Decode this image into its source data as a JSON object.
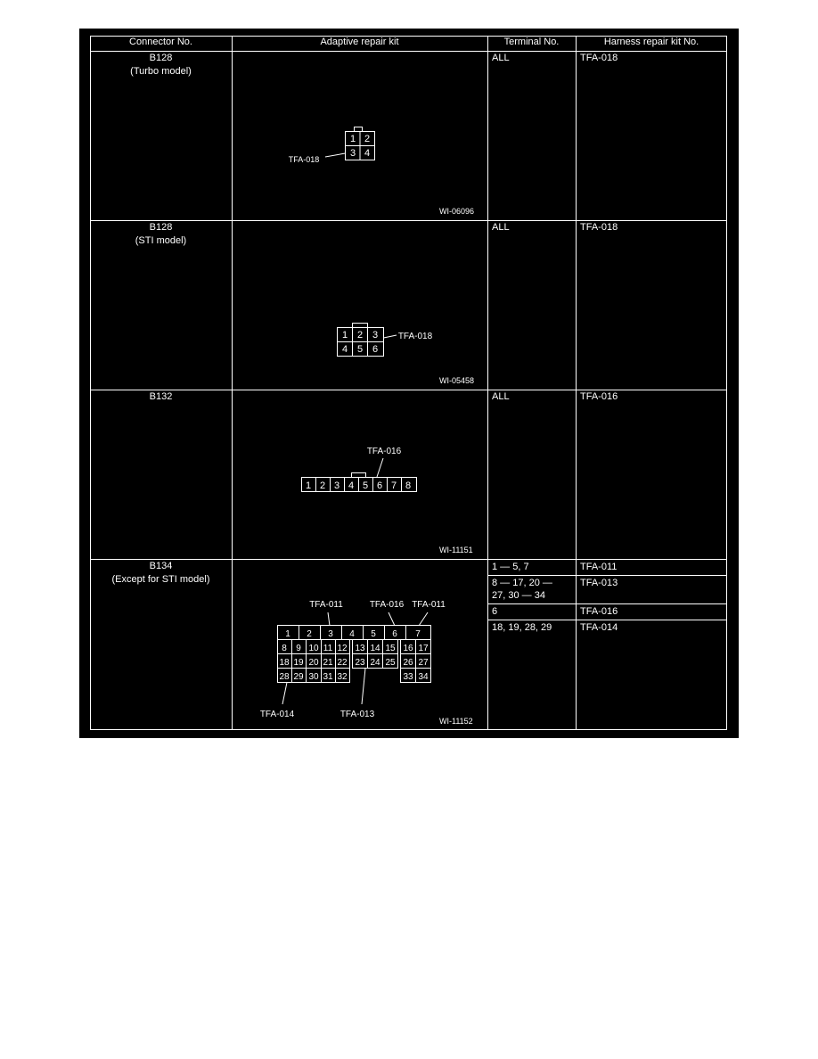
{
  "headers": {
    "connector": "Connector No.",
    "kit": "Adaptive repair kit",
    "terminal": "Terminal No.",
    "harness": "Harness repair kit No."
  },
  "rows": [
    {
      "connector": "B128",
      "connector_sub": "(Turbo model)",
      "diagram_code": "WI-06096",
      "terminals": [
        {
          "terminal": "ALL",
          "kit": "TFA-018"
        }
      ],
      "diagram": {
        "cells": [
          "1",
          "2",
          "3",
          "4"
        ],
        "label": "TFA-018"
      }
    },
    {
      "connector": "B128",
      "connector_sub": "(STI model)",
      "diagram_code": "WI-05458",
      "terminals": [
        {
          "terminal": "ALL",
          "kit": "TFA-018"
        }
      ],
      "diagram": {
        "cells": [
          "1",
          "2",
          "3",
          "4",
          "5",
          "6"
        ],
        "label": "TFA-018"
      }
    },
    {
      "connector": "B132",
      "connector_sub": "",
      "diagram_code": "WI-11151",
      "terminals": [
        {
          "terminal": "ALL",
          "kit": "TFA-016"
        }
      ],
      "diagram": {
        "cells": [
          "1",
          "2",
          "3",
          "4",
          "5",
          "6",
          "7",
          "8"
        ],
        "label": "TFA-016"
      }
    },
    {
      "connector": "B134",
      "connector_sub": "(Except for STI model)",
      "diagram_code": "WI-11152",
      "terminals": [
        {
          "terminal": "1 — 5, 7",
          "kit": "TFA-011"
        },
        {
          "terminal": "8 — 17, 20 —",
          "terminal_2": "27, 30 — 34",
          "kit": "TFA-013"
        },
        {
          "terminal": "6",
          "kit": "TFA-016"
        },
        {
          "terminal": "18, 19, 28, 29",
          "kit": "TFA-014"
        }
      ],
      "diagram": {
        "top_cells": [
          "1",
          "2",
          "3",
          "4",
          "5",
          "6",
          "7"
        ],
        "r2": [
          "8",
          "9",
          "10",
          "11",
          "12",
          "13",
          "14",
          "15",
          "16",
          "17"
        ],
        "r3": [
          "18",
          "19",
          "20",
          "21",
          "22",
          "23",
          "24",
          "25",
          "26",
          "27"
        ],
        "r4": [
          "28",
          "29",
          "30",
          "31",
          "32",
          "33",
          "34"
        ],
        "labels": {
          "l1": "TFA-011",
          "l2": "TFA-016",
          "l3": "TFA-011",
          "l4": "TFA-014",
          "l5": "TFA-013"
        }
      }
    }
  ]
}
